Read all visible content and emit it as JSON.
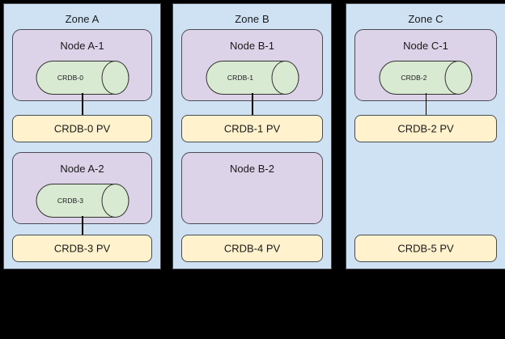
{
  "diagram": {
    "background_color": "#000000",
    "zone_fill": "#cfe2f3",
    "node_fill": "#ddd3e9",
    "db_fill": "#d9ead3",
    "pv_fill": "#fff2cc",
    "border_color": "#4a4a55",
    "zones": [
      {
        "id": "zone-a",
        "title": "Zone A",
        "rows": [
          {
            "node": {
              "title": "Node A-1",
              "empty": false,
              "database": "CRDB-0"
            },
            "pv": {
              "label": "CRDB-0 PV"
            },
            "connected": true
          },
          {
            "node": {
              "title": "Node A-2",
              "empty": false,
              "database": "CRDB-3"
            },
            "pv": {
              "label": "CRDB-3 PV"
            },
            "connected": true
          }
        ]
      },
      {
        "id": "zone-b",
        "title": "Zone B",
        "rows": [
          {
            "node": {
              "title": "Node B-1",
              "empty": false,
              "database": "CRDB-1"
            },
            "pv": {
              "label": "CRDB-1 PV"
            },
            "connected": true
          },
          {
            "node": {
              "title": "Node B-2",
              "empty": true,
              "database": ""
            },
            "pv": {
              "label": "CRDB-4 PV"
            },
            "connected": false
          }
        ]
      },
      {
        "id": "zone-c",
        "title": "Zone C",
        "rows": [
          {
            "node": {
              "title": "Node C-1",
              "empty": false,
              "database": "CRDB-2"
            },
            "pv": {
              "label": "CRDB-2 PV"
            },
            "connected": true
          },
          {
            "node": null,
            "pv": {
              "label": "CRDB-5 PV"
            },
            "connected": false
          }
        ]
      }
    ]
  }
}
